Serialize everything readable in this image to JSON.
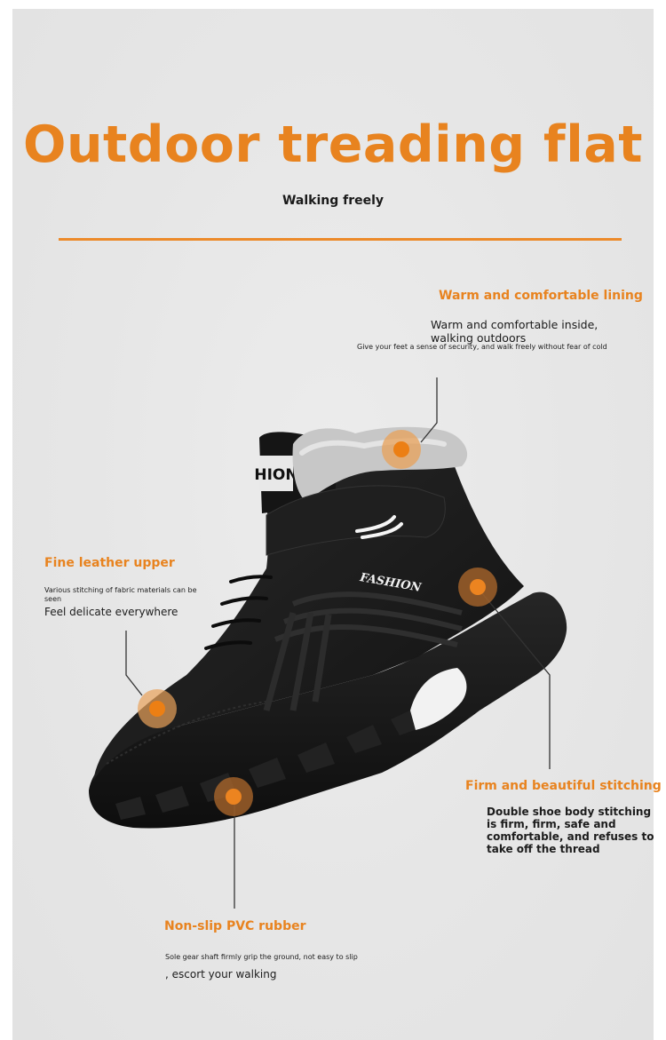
{
  "header": {
    "title": "Outdoor treading flat",
    "subtitle": "Walking freely"
  },
  "colors": {
    "accent": "#e8831f",
    "background": "#e6e6e6",
    "text": "#1c1c1c",
    "shoe": "#1b1b1b",
    "lining": "#c9c9c9"
  },
  "callouts": [
    {
      "id": "lining",
      "title": "Warm and comfortable lining",
      "lines": [
        "Warm and comfortable inside,",
        "walking outdoors"
      ],
      "detail": "Give your feet a sense of security, and walk freely without fear of cold"
    },
    {
      "id": "upper",
      "title": "Fine leather upper",
      "detail": "Various stitching of fabric materials can be seen",
      "lines": [
        "Feel delicate everywhere"
      ]
    },
    {
      "id": "stitching",
      "title": "Firm and beautiful stitching",
      "lines": [
        "Double shoe body stitching",
        "is firm, firm, safe and",
        "comfortable, and refuses to",
        "take off the thread"
      ]
    },
    {
      "id": "rubber",
      "title": "Non-slip PVC rubber",
      "detail": "Sole gear shaft firmly grip the ground, not easy to slip",
      "lines": [
        ", escort your walking"
      ]
    }
  ],
  "product": {
    "tongue_label": "HION",
    "side_label": "FASHION",
    "icon": "winter-boot-icon"
  }
}
